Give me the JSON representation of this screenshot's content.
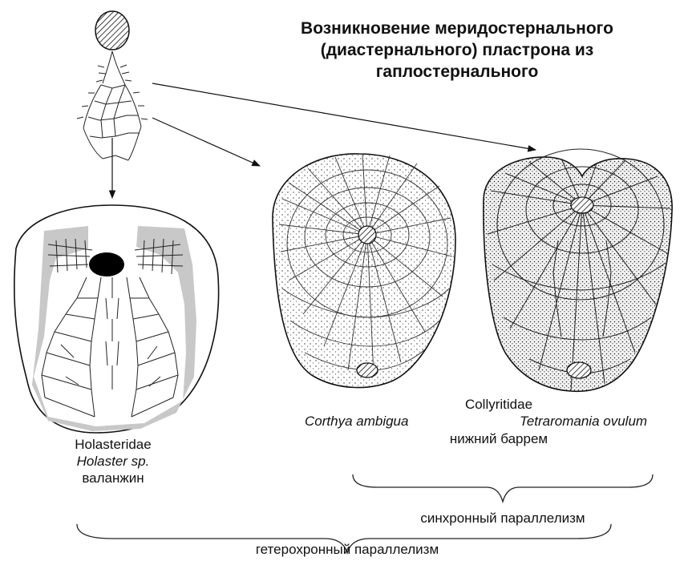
{
  "title": "Возникновение меридостернального (диастернального) пластрона из гаплостернального",
  "holasteridae": {
    "family": "Holasteridae",
    "species": "Holaster sp.",
    "stage": "валанжин"
  },
  "collyritidae": {
    "family": "Collyritidae",
    "species_left": "Corthya ambigua",
    "species_right": "Tetraromania ovulum",
    "stage": "нижний баррем"
  },
  "brace_labels": {
    "inner": "синхронный параллелизм",
    "outer": "гетерохронный параллелизм"
  },
  "colors": {
    "ink": "#111111",
    "shade": "#c8c8c8",
    "background": "#ffffff"
  }
}
